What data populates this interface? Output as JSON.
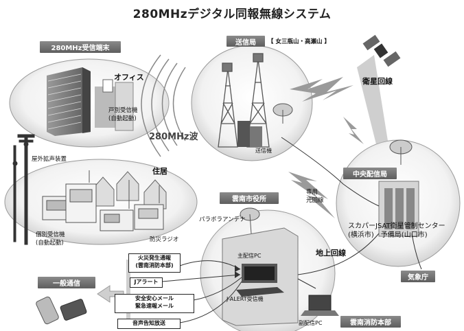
{
  "title": "280MHzデジタル同報無線システム",
  "receiver_terminal": {
    "label": "280MHz受信端末"
  },
  "office": {
    "label": "オフィス",
    "receiver_line1": "戸別受信機",
    "receiver_line2": "(自動起動)"
  },
  "outdoor_speaker": {
    "label": "屋外拡声装置"
  },
  "residence": {
    "label": "住居",
    "receiver_line1": "個別受信機",
    "receiver_line2": "(自動起動)",
    "radio_label": "防災ラジオ"
  },
  "transmitter_station": {
    "label": "送信局",
    "location": "【 女三瓶山・高瀬山 】",
    "transmitter_label": "送信機"
  },
  "wave_label": "280MHz波",
  "satellite": {
    "label": "衛星回線"
  },
  "central_station": {
    "label": "中央配信局",
    "line1": "スカパーJSAT衛星管制センター",
    "line2": "(横浜市)　予備局(山口市)"
  },
  "fiber_line": {
    "line1": "専用",
    "line2": "光回線"
  },
  "city_hall": {
    "label": "雲南市役所",
    "antenna_label": "パラボラアンテナ",
    "main_pc_label": "主配信PC",
    "jalert_label": "J-ALERT受信機"
  },
  "ground_line": {
    "label": "地上回線"
  },
  "met_agency": {
    "label": "気象庁"
  },
  "fire_hq": {
    "label": "雲南消防本部",
    "sub_pc_label": "副配信PC"
  },
  "inputs": {
    "fire_line1": "火災発生通報",
    "fire_line2": "(雲南消防本部)",
    "jalert": "Jアラート",
    "safety_line1": "安全安心メール",
    "safety_line2": "緊急速報メール",
    "voice": "音声告知放送"
  },
  "general_comm": {
    "label": "一般通信"
  }
}
